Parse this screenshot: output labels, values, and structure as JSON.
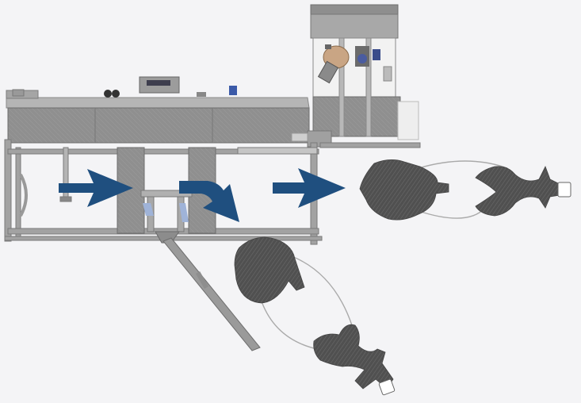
{
  "diagram": {
    "subject": "product-sorting-machine",
    "arrows": [
      {
        "name": "infeed-arrow",
        "direction": "right"
      },
      {
        "name": "diverter-arrow",
        "direction": "down-right"
      },
      {
        "name": "outfeed-arrow",
        "direction": "right"
      }
    ],
    "colors": {
      "background": "#f4f4f6",
      "machine": "#9a9a9a",
      "machine_dark": "#7e7e7e",
      "frame": "#8c8c8c",
      "arrow": "#1f4f7f",
      "product": "#555555"
    }
  }
}
